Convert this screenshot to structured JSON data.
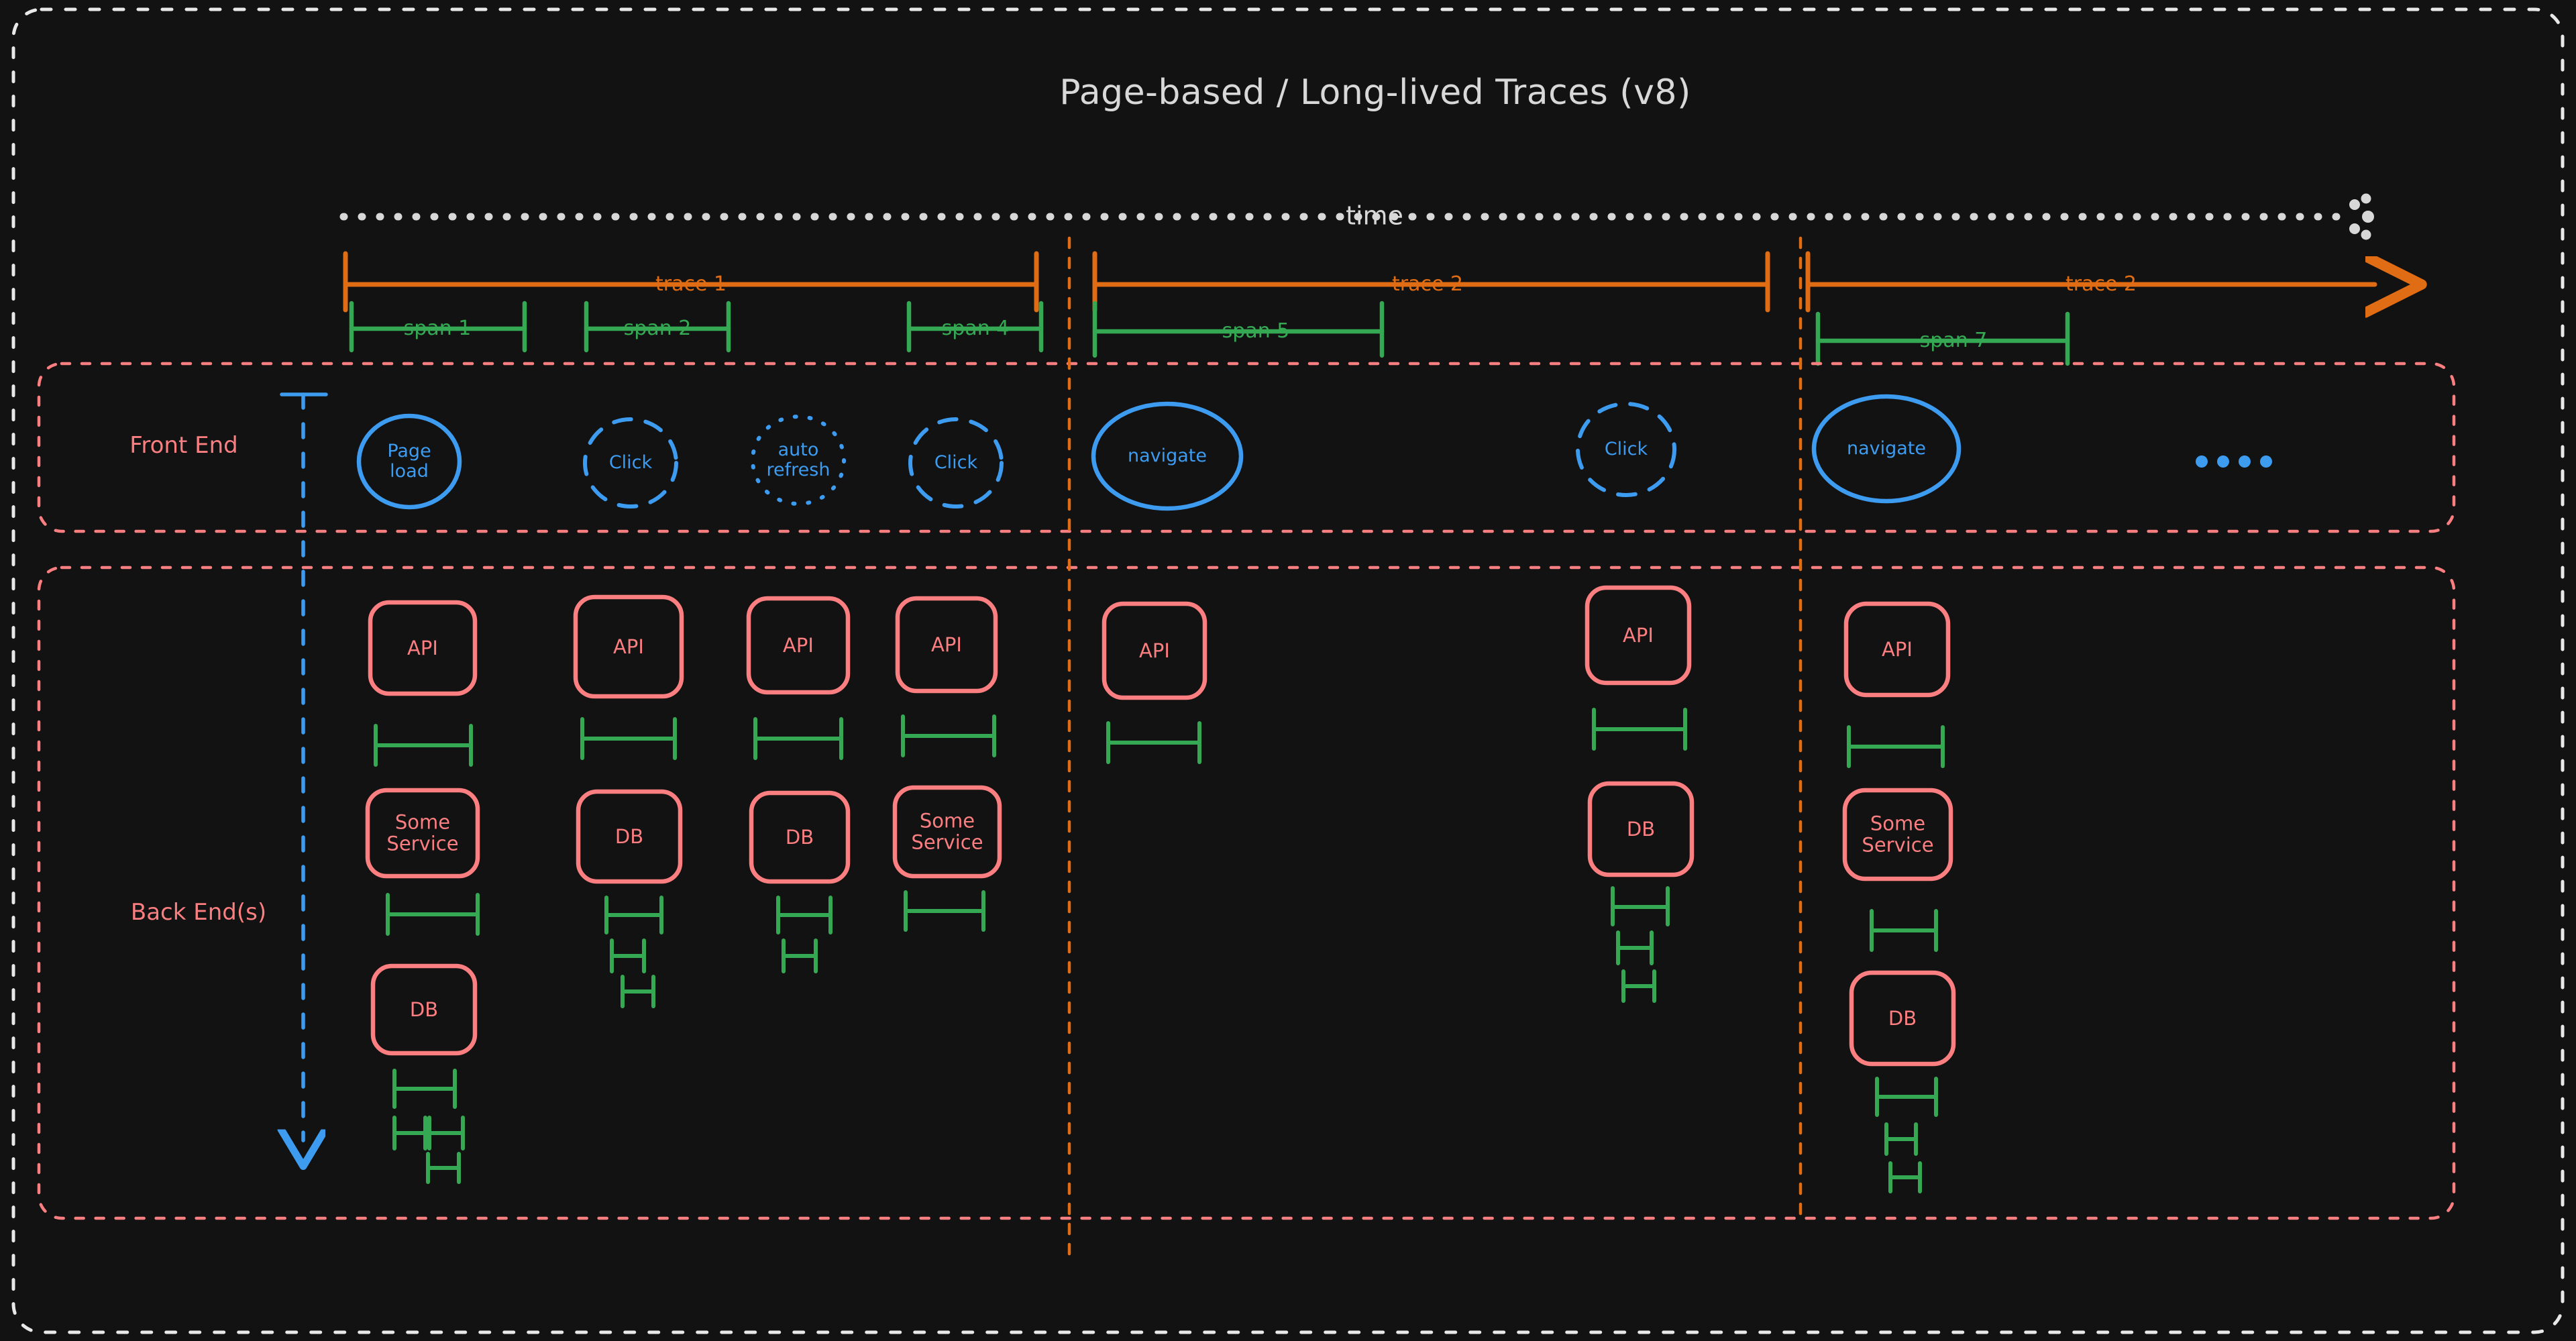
{
  "diagram": {
    "title": "Page-based / Long-lived Traces (v8)",
    "time_axis": {
      "label": "time",
      "style": "dotted-arrow",
      "color": "#d8d8d8"
    },
    "colors": {
      "background": "#121212",
      "title": "#d8d8d8",
      "trace": "#e06c14",
      "span": "#35a853",
      "backend": "#fb7e81",
      "frontend": "#3d9bf0",
      "outer_border": "#e8e8e8"
    },
    "regions": [
      {
        "name": "front-end",
        "label": "Front End"
      },
      {
        "name": "back-end",
        "label": "Back End(s)"
      }
    ],
    "traces": [
      {
        "label": "trace 1",
        "arrow": false
      },
      {
        "label": "trace 2",
        "arrow": false
      },
      {
        "label": "trace 2",
        "arrow": true
      }
    ],
    "spans": [
      {
        "label": "span 1"
      },
      {
        "label": "span 2"
      },
      {
        "label": "span 4"
      },
      {
        "label": "span 5"
      },
      {
        "label": "span 7"
      }
    ],
    "frontend_events": [
      {
        "label": "Page load",
        "stroke": "solid"
      },
      {
        "label": "Click",
        "stroke": "dashed"
      },
      {
        "label": "auto refresh",
        "stroke": "dotted"
      },
      {
        "label": "Click",
        "stroke": "dashed"
      },
      {
        "label": "navigate",
        "stroke": "solid"
      },
      {
        "label": "Click",
        "stroke": "dashed"
      },
      {
        "label": "navigate",
        "stroke": "solid"
      }
    ],
    "ellipsis": "....",
    "backend_columns": [
      {
        "nodes": [
          "API",
          "Some Service",
          "DB"
        ],
        "extra_span_rows": 2
      },
      {
        "nodes": [
          "API",
          "DB"
        ],
        "extra_span_rows": 2
      },
      {
        "nodes": [
          "API",
          "DB"
        ],
        "extra_span_rows": 1
      },
      {
        "nodes": [
          "API",
          "Some Service"
        ],
        "extra_span_rows": 0
      },
      {
        "nodes": [
          "API"
        ],
        "extra_span_rows": 0
      },
      {
        "nodes": [
          "API",
          "DB"
        ],
        "extra_span_rows": 2
      },
      {
        "nodes": [
          "API",
          "Some Service",
          "DB"
        ],
        "extra_span_rows": 2
      }
    ],
    "node_labels": {
      "api": "API",
      "db": "DB",
      "service": "Some Service"
    },
    "time_arrow_label": "down-arrow"
  }
}
